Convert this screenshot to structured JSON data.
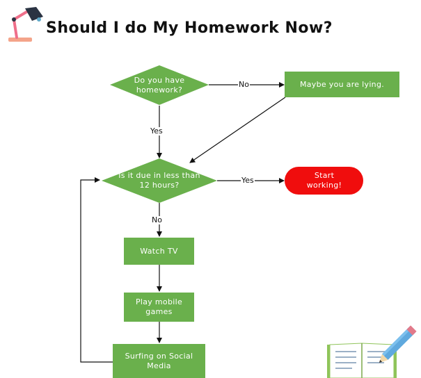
{
  "title": "Should I do My Homework Now?",
  "colors": {
    "process_fill": "#6ab04c",
    "terminal_fill": "#f00d0d",
    "edge": "#111111",
    "text_on_shape": "#ffffff"
  },
  "nodes": {
    "q1": "Do you have homework?",
    "lying": "Maybe you are lying.",
    "q2": "Is it due in less than 12 hours?",
    "start": "Start working!",
    "tv": "Watch TV",
    "games": "Play mobile games",
    "social": "Surfing on Social Media"
  },
  "edge_labels": {
    "q1_no": "No",
    "q1_yes": "Yes",
    "q2_yes": "Yes",
    "q2_no": "No"
  },
  "icons": {
    "top_left": "desk-lamp-icon",
    "bottom_right": "open-book-with-pencil-icon"
  }
}
